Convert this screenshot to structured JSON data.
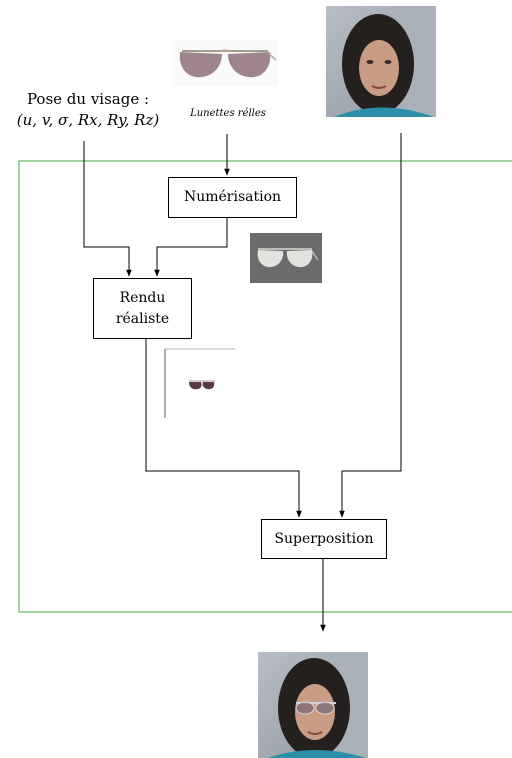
{
  "pose": {
    "label": "Pose du visage :",
    "formula": "(u, v, σ, Rx, Ry, Rz)"
  },
  "glasses": {
    "caption": "Lunettes rélles"
  },
  "nodes": {
    "digitization": "Numérisation",
    "render_line1": "Rendu",
    "render_line2": "réaliste",
    "overlay": "Superposition"
  },
  "colors": {
    "frame": "#3fae3f",
    "lines": "#000000",
    "gray_background": "#6b6b6b",
    "skin": "#c99c86",
    "hair": "#24201d",
    "wall": "#9ba2ab",
    "shirt": "#2c8fa8"
  },
  "images": {
    "glasses_photo": "sunglasses-photo",
    "face_input": "face-photo-input",
    "digitized_model": "digitized-glasses-model",
    "rendered_glasses": "rendered-glasses",
    "face_output": "face-with-glasses-output"
  }
}
